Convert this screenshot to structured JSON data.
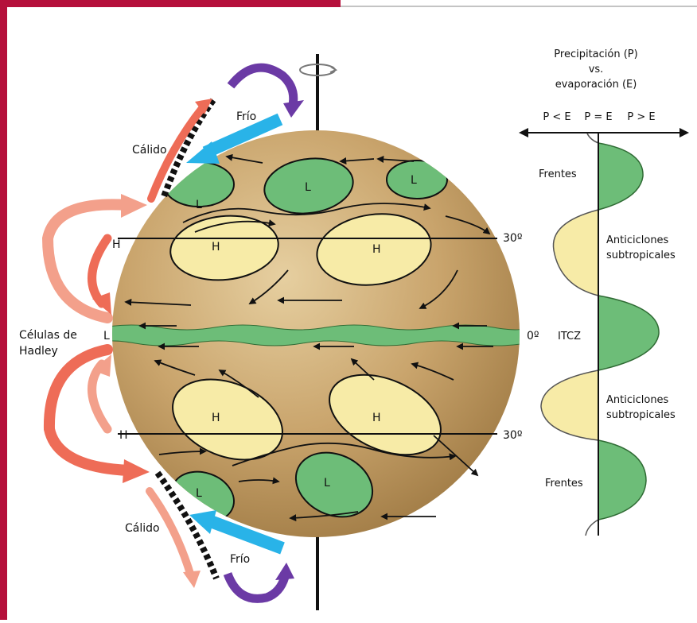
{
  "colors": {
    "frame": "#b5103b",
    "globe": "#c19a62",
    "high": "#f7eba7",
    "low": "#6dbd78",
    "warm": "#ee6c57",
    "cold": "#29b3e8",
    "purple": "#6b3aa5",
    "axis": "#111111"
  },
  "globe": {
    "labels": {
      "cold_top": "Frío",
      "warm_top": "Cálido",
      "cold_bottom": "Frío",
      "warm_bottom": "Cálido",
      "hadley": [
        "Células de",
        "Hadley"
      ],
      "h_left_top": "H",
      "h_left_bottom": "H",
      "l_left_eq": "L",
      "lat_top": "30º",
      "lat_eq": "0º",
      "lat_bottom": "30º"
    },
    "cells": {
      "low_north_left": "L",
      "low_north_mid": "L",
      "low_north_right": "L",
      "high_north_left": "H",
      "high_north_right": "H",
      "high_south_left": "H",
      "high_south_right": "H",
      "low_south_left": "L",
      "low_south_mid": "L"
    }
  },
  "pe_panel": {
    "title": [
      "Precipitación (P)",
      "vs.",
      "evaporación (E)"
    ],
    "axis_labels": [
      "P < E",
      "P = E",
      "P > E"
    ],
    "zones": [
      "Frentes",
      "Anticiclones subtropicales",
      "ITCZ",
      "Anticiclones subtropicales",
      "Frentes"
    ]
  }
}
